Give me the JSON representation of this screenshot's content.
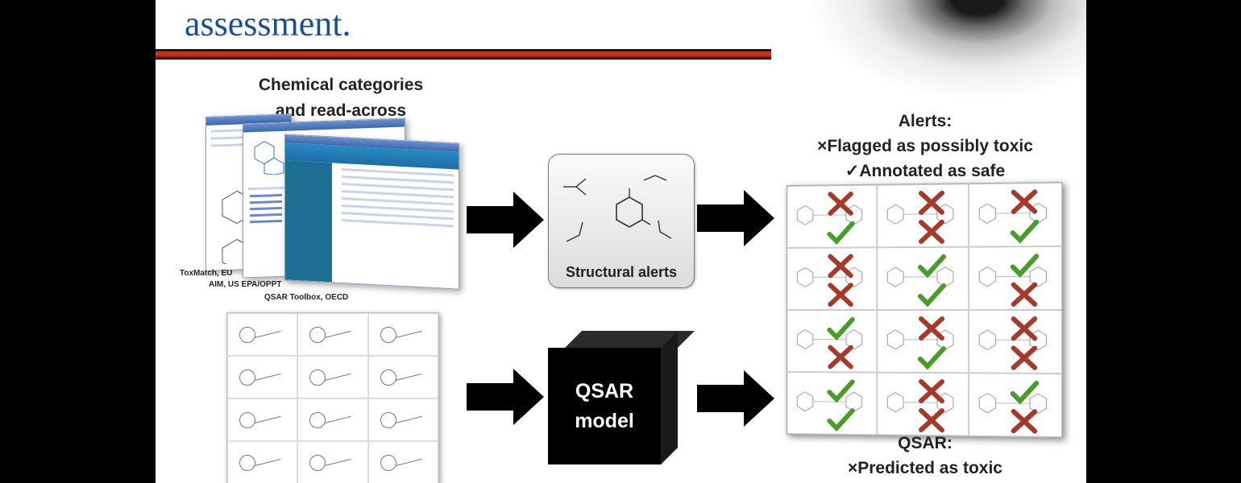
{
  "slide": {
    "title": "assessment.",
    "categories_title": "Chemical categories\nand read-across",
    "software": [
      "ToxMatch, EU",
      "AIM, US EPA/OPPT",
      "QSAR Toolbox, OECD"
    ],
    "structural_alerts_label": "Structural alerts",
    "qsar_model_label": "QSAR\nmodel",
    "alerts_header": {
      "title": "Alerts:",
      "line1": "×Flagged as possibly toxic",
      "line2": "✓Annotated as safe"
    },
    "qsar_header": {
      "title": "QSAR:",
      "line1": "×Predicted as toxic"
    }
  },
  "colors": {
    "title": "#1f4e8f",
    "bar": "#c0341f",
    "cross": "#a33a2c",
    "check": "#4a9a2c"
  },
  "result_marks": [
    [
      "x-top check-bottom",
      "x-top x-bottom",
      "x-top check-bottom"
    ],
    [
      "x-top x-bottom",
      "check-top check-bottom",
      "check-top x-bottom"
    ],
    [
      "check-top x-bottom",
      "x-top check-bottom",
      "x-top x-bottom"
    ],
    [
      "check-top check-bottom",
      "x-top x-bottom",
      "check-top x-bottom"
    ]
  ]
}
